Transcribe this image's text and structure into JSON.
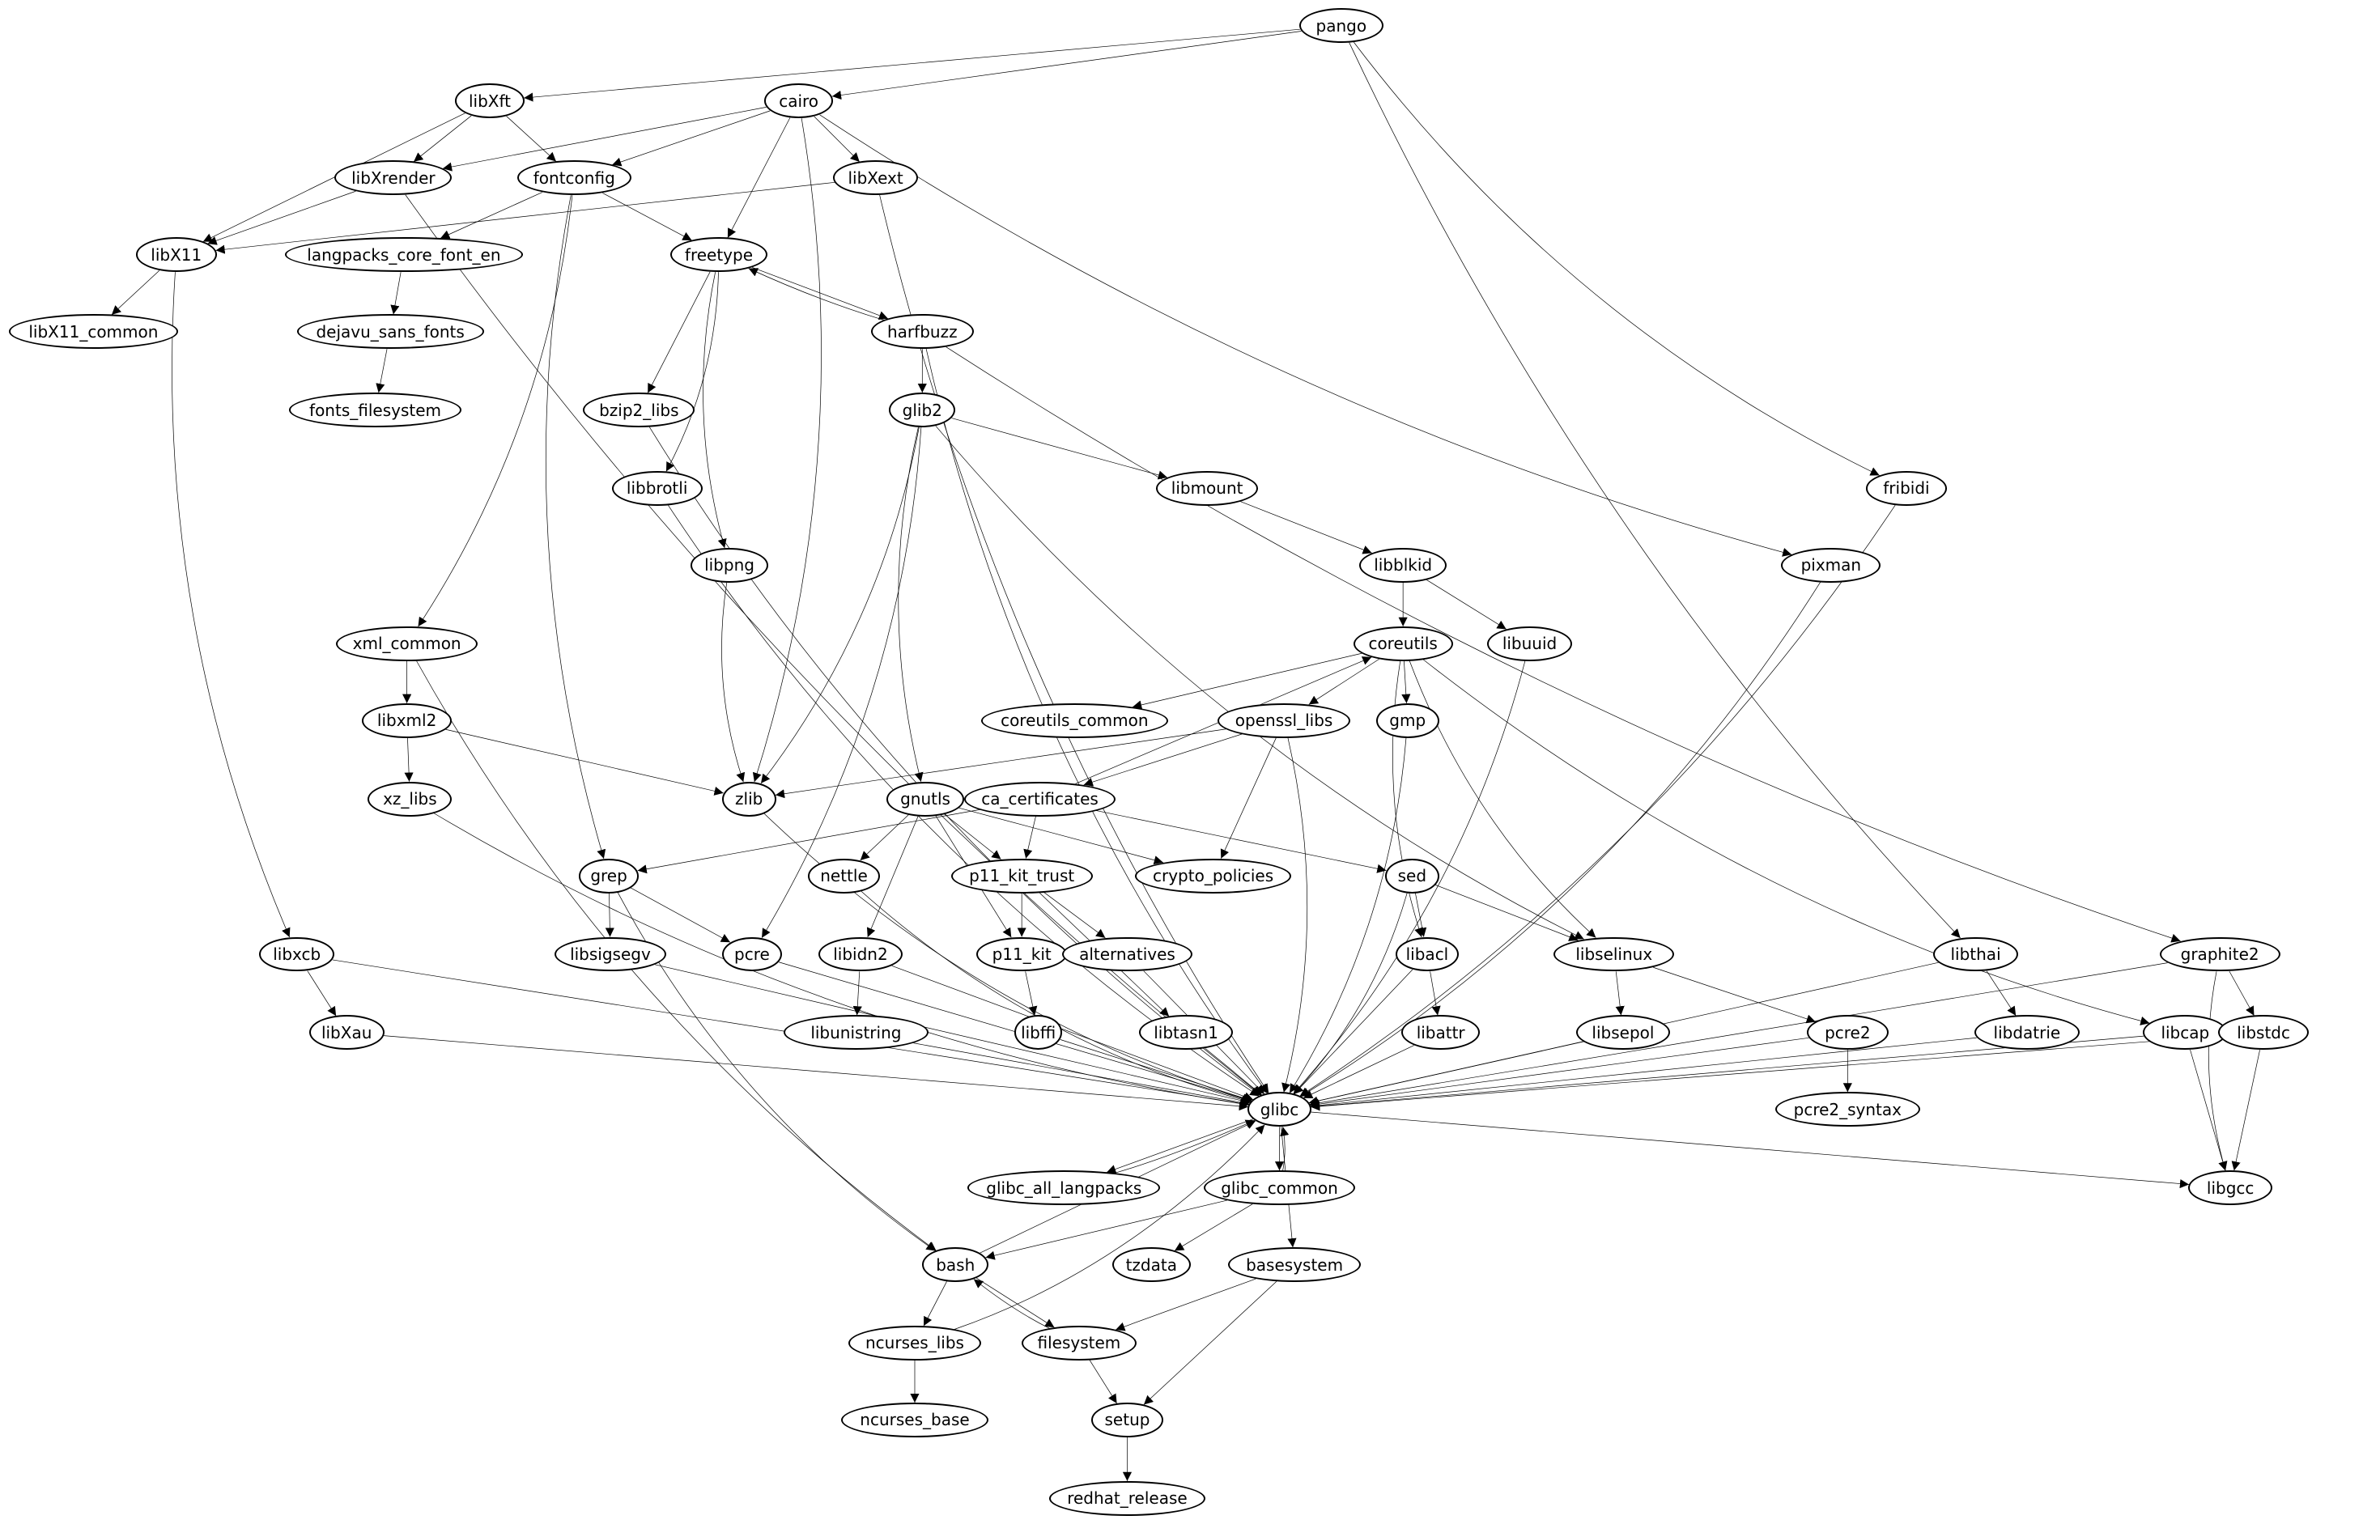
{
  "graph": {
    "type": "directed-dependency-graph",
    "nodes": [
      {
        "id": "pango",
        "label": "pango"
      },
      {
        "id": "libXft",
        "label": "libXft"
      },
      {
        "id": "cairo",
        "label": "cairo"
      },
      {
        "id": "libXrender",
        "label": "libXrender"
      },
      {
        "id": "fontconfig",
        "label": "fontconfig"
      },
      {
        "id": "libXext",
        "label": "libXext"
      },
      {
        "id": "libX11",
        "label": "libX11"
      },
      {
        "id": "langpacks_core_font_en",
        "label": "langpacks_core_font_en"
      },
      {
        "id": "freetype",
        "label": "freetype"
      },
      {
        "id": "libX11_common",
        "label": "libX11_common"
      },
      {
        "id": "dejavu_sans_fonts",
        "label": "dejavu_sans_fonts"
      },
      {
        "id": "harfbuzz",
        "label": "harfbuzz"
      },
      {
        "id": "fonts_filesystem",
        "label": "fonts_filesystem"
      },
      {
        "id": "bzip2_libs",
        "label": "bzip2_libs"
      },
      {
        "id": "glib2",
        "label": "glib2"
      },
      {
        "id": "fribidi",
        "label": "fribidi"
      },
      {
        "id": "libbrotli",
        "label": "libbrotli"
      },
      {
        "id": "libmount",
        "label": "libmount"
      },
      {
        "id": "libpng",
        "label": "libpng"
      },
      {
        "id": "pixman",
        "label": "pixman"
      },
      {
        "id": "libblkid",
        "label": "libblkid"
      },
      {
        "id": "xml_common",
        "label": "xml_common"
      },
      {
        "id": "coreutils",
        "label": "coreutils"
      },
      {
        "id": "libuuid",
        "label": "libuuid"
      },
      {
        "id": "libxml2",
        "label": "libxml2"
      },
      {
        "id": "coreutils_common",
        "label": "coreutils_common"
      },
      {
        "id": "openssl_libs",
        "label": "openssl_libs"
      },
      {
        "id": "gmp",
        "label": "gmp"
      },
      {
        "id": "xz_libs",
        "label": "xz_libs"
      },
      {
        "id": "zlib",
        "label": "zlib"
      },
      {
        "id": "gnutls",
        "label": "gnutls"
      },
      {
        "id": "ca_certificates",
        "label": "ca_certificates"
      },
      {
        "id": "grep",
        "label": "grep"
      },
      {
        "id": "nettle",
        "label": "nettle"
      },
      {
        "id": "p11_kit_trust",
        "label": "p11_kit_trust"
      },
      {
        "id": "crypto_policies",
        "label": "crypto_policies"
      },
      {
        "id": "sed",
        "label": "sed"
      },
      {
        "id": "libxcb",
        "label": "libxcb"
      },
      {
        "id": "libsigsegv",
        "label": "libsigsegv"
      },
      {
        "id": "pcre",
        "label": "pcre"
      },
      {
        "id": "libidn2",
        "label": "libidn2"
      },
      {
        "id": "p11_kit",
        "label": "p11_kit"
      },
      {
        "id": "alternatives",
        "label": "alternatives"
      },
      {
        "id": "libacl",
        "label": "libacl"
      },
      {
        "id": "libselinux",
        "label": "libselinux"
      },
      {
        "id": "libthai",
        "label": "libthai"
      },
      {
        "id": "graphite2",
        "label": "graphite2"
      },
      {
        "id": "libXau",
        "label": "libXau"
      },
      {
        "id": "libunistring",
        "label": "libunistring"
      },
      {
        "id": "libffi",
        "label": "libffi"
      },
      {
        "id": "libtasn1",
        "label": "libtasn1"
      },
      {
        "id": "libattr",
        "label": "libattr"
      },
      {
        "id": "libsepol",
        "label": "libsepol"
      },
      {
        "id": "pcre2",
        "label": "pcre2"
      },
      {
        "id": "libdatrie",
        "label": "libdatrie"
      },
      {
        "id": "libcap",
        "label": "libcap"
      },
      {
        "id": "libstdc",
        "label": "libstdc"
      },
      {
        "id": "glibc",
        "label": "glibc"
      },
      {
        "id": "pcre2_syntax",
        "label": "pcre2_syntax"
      },
      {
        "id": "glibc_all_langpacks",
        "label": "glibc_all_langpacks"
      },
      {
        "id": "glibc_common",
        "label": "glibc_common"
      },
      {
        "id": "libgcc",
        "label": "libgcc"
      },
      {
        "id": "bash",
        "label": "bash"
      },
      {
        "id": "tzdata",
        "label": "tzdata"
      },
      {
        "id": "basesystem",
        "label": "basesystem"
      },
      {
        "id": "ncurses_libs",
        "label": "ncurses_libs"
      },
      {
        "id": "filesystem",
        "label": "filesystem"
      },
      {
        "id": "setup",
        "label": "setup"
      },
      {
        "id": "ncurses_base",
        "label": "ncurses_base"
      },
      {
        "id": "redhat_release",
        "label": "redhat_release"
      }
    ],
    "edges": [
      [
        "pango",
        "libXft"
      ],
      [
        "pango",
        "cairo"
      ],
      [
        "pango",
        "fribidi"
      ],
      [
        "pango",
        "libthai"
      ],
      [
        "libXft",
        "libXrender"
      ],
      [
        "libXft",
        "fontconfig"
      ],
      [
        "libXft",
        "libX11"
      ],
      [
        "cairo",
        "libXrender"
      ],
      [
        "cairo",
        "fontconfig"
      ],
      [
        "cairo",
        "libXext"
      ],
      [
        "cairo",
        "freetype"
      ],
      [
        "cairo",
        "zlib"
      ],
      [
        "cairo",
        "pixman"
      ],
      [
        "libXrender",
        "libX11"
      ],
      [
        "libXrender",
        "glibc"
      ],
      [
        "libXext",
        "libX11"
      ],
      [
        "libXext",
        "glibc"
      ],
      [
        "fontconfig",
        "langpacks_core_font_en"
      ],
      [
        "fontconfig",
        "freetype"
      ],
      [
        "fontconfig",
        "xml_common"
      ],
      [
        "fontconfig",
        "grep"
      ],
      [
        "libX11",
        "libX11_common"
      ],
      [
        "libX11",
        "libxcb"
      ],
      [
        "langpacks_core_font_en",
        "dejavu_sans_fonts"
      ],
      [
        "dejavu_sans_fonts",
        "fonts_filesystem"
      ],
      [
        "freetype",
        "harfbuzz"
      ],
      [
        "freetype",
        "bzip2_libs"
      ],
      [
        "freetype",
        "libbrotli"
      ],
      [
        "freetype",
        "libpng"
      ],
      [
        "harfbuzz",
        "freetype"
      ],
      [
        "harfbuzz",
        "glib2"
      ],
      [
        "harfbuzz",
        "graphite2"
      ],
      [
        "harfbuzz",
        "glibc"
      ],
      [
        "bzip2_libs",
        "glibc"
      ],
      [
        "libbrotli",
        "glibc"
      ],
      [
        "libpng",
        "zlib"
      ],
      [
        "glib2",
        "libmount"
      ],
      [
        "glib2",
        "gnutls"
      ],
      [
        "glib2",
        "zlib"
      ],
      [
        "glib2",
        "pcre"
      ],
      [
        "glib2",
        "libselinux"
      ],
      [
        "libmount",
        "libblkid"
      ],
      [
        "libblkid",
        "coreutils"
      ],
      [
        "libblkid",
        "libuuid"
      ],
      [
        "libuuid",
        "glibc"
      ],
      [
        "fribidi",
        "glibc"
      ],
      [
        "pixman",
        "glibc"
      ],
      [
        "xml_common",
        "libxml2"
      ],
      [
        "xml_common",
        "bash"
      ],
      [
        "libxml2",
        "xz_libs"
      ],
      [
        "libxml2",
        "zlib"
      ],
      [
        "xz_libs",
        "glibc"
      ],
      [
        "coreutils",
        "coreutils_common"
      ],
      [
        "coreutils",
        "openssl_libs"
      ],
      [
        "coreutils",
        "gmp"
      ],
      [
        "coreutils",
        "libacl"
      ],
      [
        "coreutils",
        "libselinux"
      ],
      [
        "coreutils",
        "libcap"
      ],
      [
        "openssl_libs",
        "zlib"
      ],
      [
        "openssl_libs",
        "ca_certificates"
      ],
      [
        "openssl_libs",
        "crypto_policies"
      ],
      [
        "openssl_libs",
        "glibc"
      ],
      [
        "gmp",
        "glibc"
      ],
      [
        "zlib",
        "glibc"
      ],
      [
        "gnutls",
        "nettle"
      ],
      [
        "gnutls",
        "p11_kit_trust"
      ],
      [
        "gnutls",
        "crypto_policies"
      ],
      [
        "gnutls",
        "libidn2"
      ],
      [
        "gnutls",
        "p11_kit"
      ],
      [
        "ca_certificates",
        "coreutils"
      ],
      [
        "ca_certificates",
        "grep"
      ],
      [
        "ca_certificates",
        "p11_kit_trust"
      ],
      [
        "ca_certificates",
        "sed"
      ],
      [
        "grep",
        "libsigsegv"
      ],
      [
        "grep",
        "pcre"
      ],
      [
        "grep",
        "bash"
      ],
      [
        "nettle",
        "glibc"
      ],
      [
        "p11_kit_trust",
        "p11_kit"
      ],
      [
        "p11_kit_trust",
        "alternatives"
      ],
      [
        "p11_kit_trust",
        "libtasn1"
      ],
      [
        "sed",
        "libacl"
      ],
      [
        "sed",
        "libselinux"
      ],
      [
        "sed",
        "glibc"
      ],
      [
        "libxcb",
        "libXau"
      ],
      [
        "libxcb",
        "glibc"
      ],
      [
        "libsigsegv",
        "glibc"
      ],
      [
        "pcre",
        "glibc"
      ],
      [
        "libidn2",
        "libunistring"
      ],
      [
        "libidn2",
        "glibc"
      ],
      [
        "p11_kit",
        "libffi"
      ],
      [
        "alternatives",
        "glibc"
      ],
      [
        "libacl",
        "libattr"
      ],
      [
        "libacl",
        "glibc"
      ],
      [
        "libselinux",
        "libsepol"
      ],
      [
        "libselinux",
        "pcre2"
      ],
      [
        "libthai",
        "libdatrie"
      ],
      [
        "libthai",
        "glibc"
      ],
      [
        "graphite2",
        "libstdc"
      ],
      [
        "graphite2",
        "libgcc"
      ],
      [
        "graphite2",
        "glibc"
      ],
      [
        "libXau",
        "glibc"
      ],
      [
        "libunistring",
        "glibc"
      ],
      [
        "libffi",
        "glibc"
      ],
      [
        "libtasn1",
        "glibc"
      ],
      [
        "libattr",
        "glibc"
      ],
      [
        "libsepol",
        "glibc"
      ],
      [
        "pcre2",
        "pcre2_syntax"
      ],
      [
        "pcre2",
        "glibc"
      ],
      [
        "libdatrie",
        "glibc"
      ],
      [
        "libcap",
        "glibc"
      ],
      [
        "libcap",
        "libgcc"
      ],
      [
        "libstdc",
        "glibc"
      ],
      [
        "libstdc",
        "libgcc"
      ],
      [
        "glibc",
        "glibc_all_langpacks"
      ],
      [
        "glibc",
        "glibc_common"
      ],
      [
        "glibc",
        "basesystem"
      ],
      [
        "glibc",
        "libgcc"
      ],
      [
        "glibc_all_langpacks",
        "glibc"
      ],
      [
        "glibc_common",
        "glibc"
      ],
      [
        "glibc_common",
        "bash"
      ],
      [
        "glibc_common",
        "tzdata"
      ],
      [
        "bash",
        "glibc"
      ],
      [
        "bash",
        "ncurses_libs"
      ],
      [
        "bash",
        "filesystem"
      ],
      [
        "filesystem",
        "bash"
      ],
      [
        "filesystem",
        "setup"
      ],
      [
        "basesystem",
        "filesystem"
      ],
      [
        "basesystem",
        "setup"
      ],
      [
        "ncurses_libs",
        "ncurses_base"
      ],
      [
        "ncurses_libs",
        "glibc"
      ],
      [
        "setup",
        "redhat_release"
      ]
    ]
  }
}
